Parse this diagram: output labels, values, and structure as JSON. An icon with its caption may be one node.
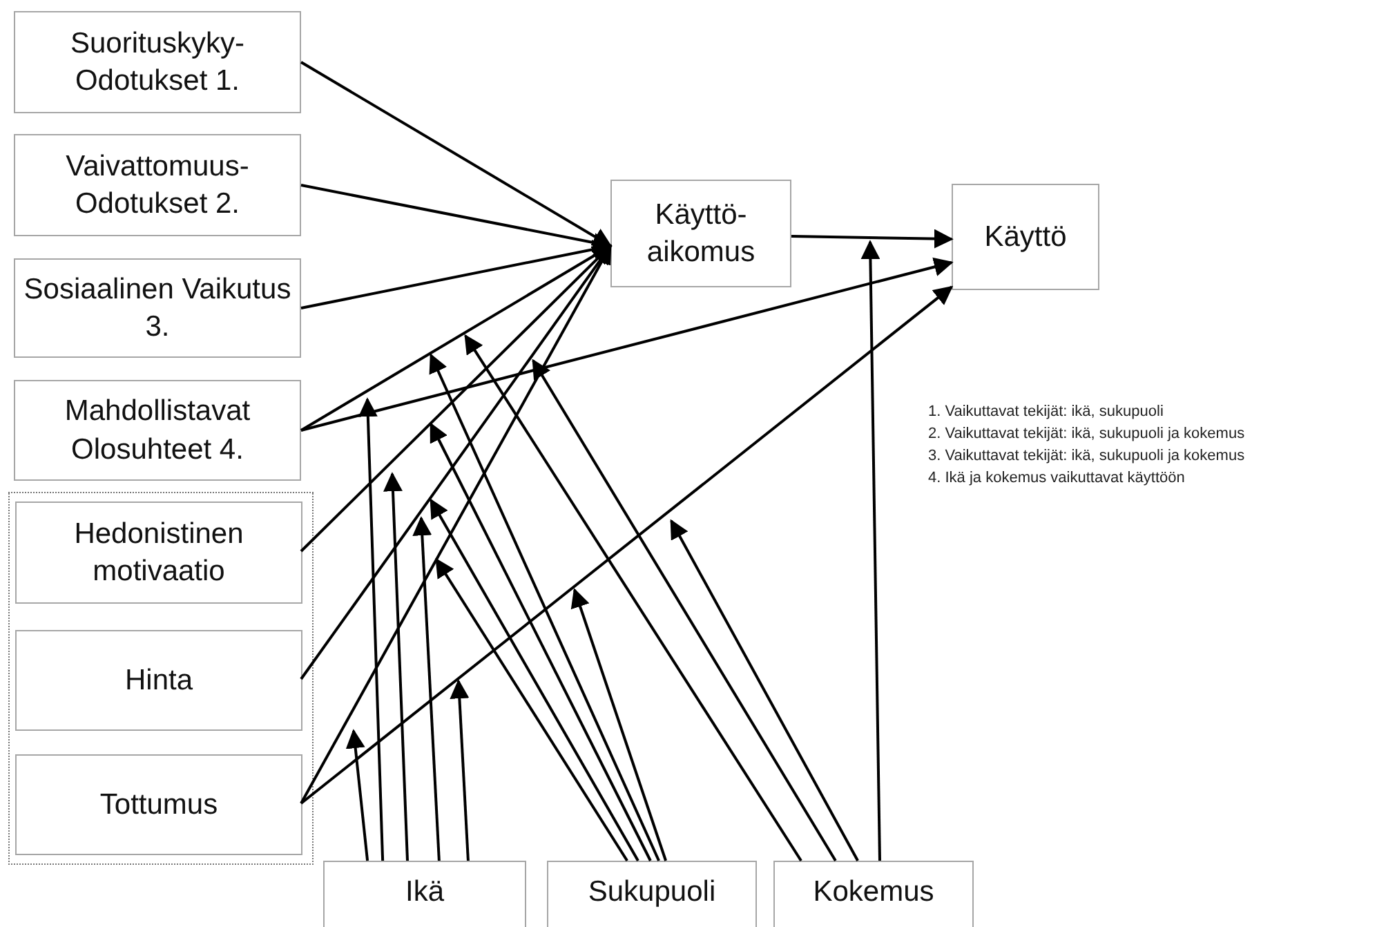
{
  "diagram": {
    "nodes": [
      {
        "text": [
          "Suorituskyky- Odotukset 1."
        ]
      },
      {
        "text": [
          "Vaivattomuus- Odotukset 2."
        ]
      },
      {
        "text": [
          "Sosiaalinen Vaikutus 3."
        ]
      },
      {
        "text": [
          "Mahdollistavat Olosuhteet 4."
        ]
      },
      {
        "text": [],
        "shape": "box"
      },
      {
        "text": [
          "Hedonistinen motivaatio"
        ],
        "in": 4
      },
      {
        "text": [
          "Hinta"
        ],
        "in": 4
      },
      {
        "text": [
          "Tottumus"
        ],
        "in": 4
      },
      {
        "text": [
          "Käyttö- aikomus"
        ]
      },
      {
        "text": [
          "Käyttö"
        ]
      },
      {
        "text": [
          "Ikä"
        ]
      },
      {
        "text": [
          "Sukupuoli"
        ]
      },
      {
        "text": [
          "Kokemus"
        ]
      }
    ],
    "edges": [
      {
        "from": 0,
        "to": 8,
        "arrow": "to"
      },
      {
        "from": 1,
        "to": 8,
        "arrow": "to"
      },
      {
        "from": 2,
        "to": 8,
        "arrow": "to"
      },
      {
        "from": 3,
        "to": 8,
        "arrow": "to"
      },
      {
        "from": 5,
        "to": 8,
        "arrow": "to"
      },
      {
        "from": 6,
        "to": 8,
        "arrow": "to"
      },
      {
        "from": 7,
        "to": 8,
        "arrow": "to"
      },
      {
        "from": 8,
        "to": 9,
        "arrow": "to"
      },
      {
        "from": 3,
        "to": 9,
        "arrow": "to"
      },
      {
        "from": 7,
        "to": 9,
        "arrow": "to"
      },
      {
        "from": 10,
        "to": null,
        "arrow": "to"
      },
      {
        "from": 10,
        "to": null,
        "arrow": "to"
      },
      {
        "from": 10,
        "to": null,
        "arrow": "to"
      },
      {
        "from": 10,
        "to": null,
        "arrow": "to"
      },
      {
        "from": 10,
        "to": null,
        "arrow": "to"
      },
      {
        "from": 11,
        "to": null,
        "arrow": "to"
      },
      {
        "from": 11,
        "to": null,
        "arrow": "to"
      },
      {
        "from": 11,
        "to": null,
        "arrow": "to"
      },
      {
        "from": 11,
        "to": null,
        "arrow": "to"
      },
      {
        "from": 11,
        "to": null,
        "arrow": "to"
      },
      {
        "from": 12,
        "to": null,
        "arrow": "to"
      },
      {
        "from": 12,
        "to": null,
        "arrow": "to"
      },
      {
        "from": 12,
        "to": null,
        "arrow": "to"
      },
      {
        "from": 12,
        "to": null,
        "arrow": "to"
      }
    ],
    "labels": [
      "1. Vaikuttavat tekijät: ikä, sukupuoli",
      "2. Vaikuttavat tekijät: ikä, sukupuoli ja kokemus",
      "3. Vaikuttavat tekijät: ikä, sukupuoli ja kokemus",
      "4. Ikä ja kokemus vaikuttavat käyttöön"
    ]
  }
}
